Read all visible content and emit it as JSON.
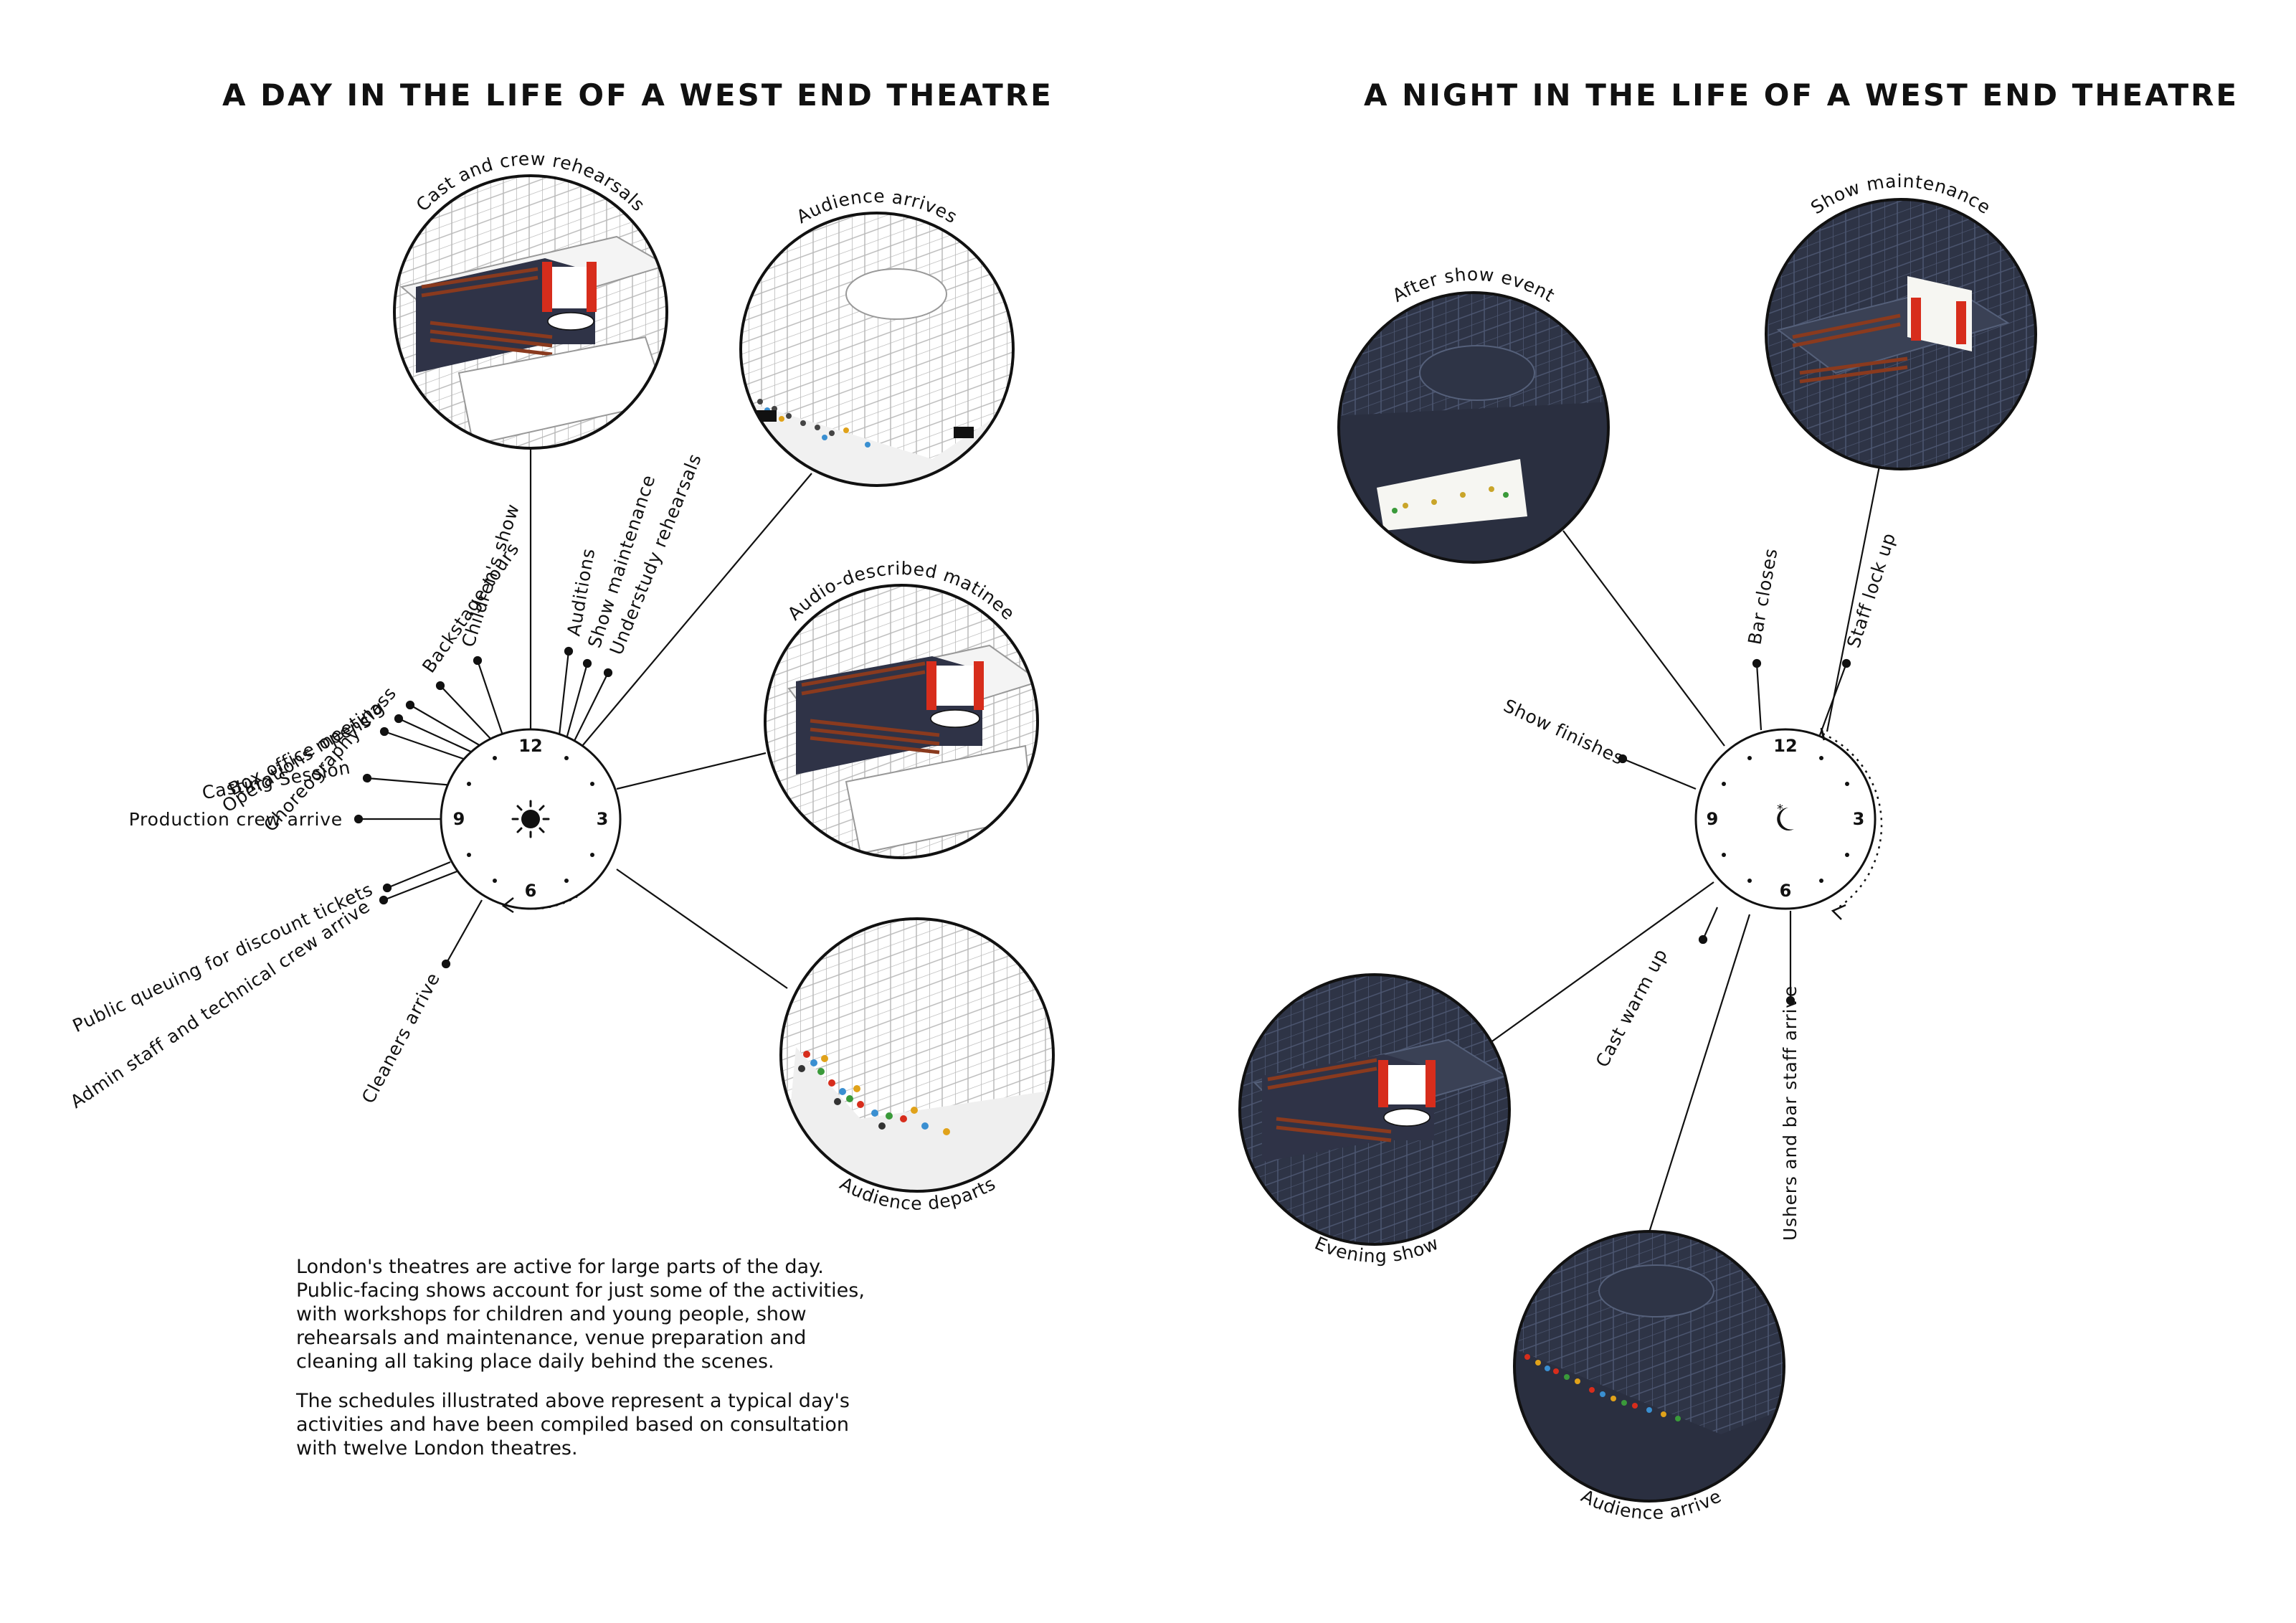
{
  "day": {
    "title": "A DAY IN THE LIFE OF A WEST END THEATRE",
    "clock_numbers": [
      "12",
      "3",
      "6",
      "9"
    ],
    "icon": "sun-icon",
    "activities": [
      "Children's show",
      "Backstage tours",
      "Choreography class",
      "Operations meeting",
      "Box office opens",
      "Casting Session",
      "Production crew arrive",
      "Public queuing for discount tickets",
      "Admin staff and technical crew arrive",
      "Cleaners arrive",
      "Auditions",
      "Show maintenance",
      "Understudy rehearsals"
    ],
    "scenes": [
      "Cast and crew rehearsals",
      "Audience arrives",
      "Audio-described matinee",
      "Audience departs"
    ]
  },
  "night": {
    "title": "A NIGHT IN THE LIFE OF A WEST END THEATRE",
    "clock_numbers": [
      "12",
      "3",
      "6",
      "9"
    ],
    "icon": "moon-icon",
    "activities": [
      "Show finishes",
      "Bar closes",
      "Staff lock up",
      "Cast warm up",
      "Ushers and bar staff arrive"
    ],
    "scenes": [
      "After show event",
      "Show maintenance",
      "Evening show",
      "Audience arrive"
    ]
  },
  "description": {
    "paragraph1": "London's theatres are active for large parts of the day. Public-facing shows account for just some of the activities, with workshops for children and young people, show rehearsals and maintenance, venue preparation and cleaning all taking place daily behind the scenes.",
    "paragraph2": "The schedules illustrated above represent a typical day's activities and have been compiled based on consultation with twelve London theatres."
  },
  "colors": {
    "ink": "#111111",
    "night_fill": "#2e3446",
    "night_line": "#55607a",
    "stage_red": "#d72d1c",
    "stage_box": "#2f3347",
    "seats": "#8a3a1e"
  }
}
